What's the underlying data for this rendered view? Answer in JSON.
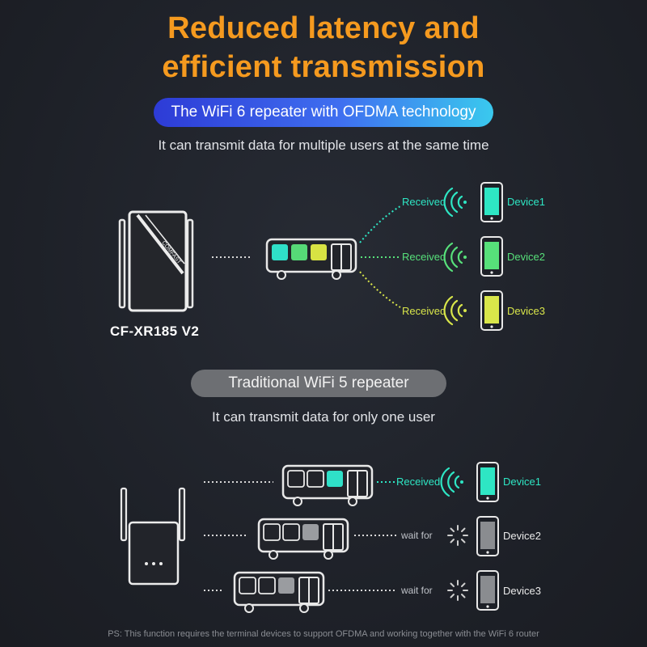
{
  "heading": {
    "line1": "Reduced latency and",
    "line2": "efficient transmission"
  },
  "wifi6": {
    "pill": "The WiFi 6 repeater with OFDMA technology",
    "description": "It can transmit data for multiple users at the same time",
    "model": "CF-XR185 V2",
    "brand": "COMFAST",
    "rows": [
      {
        "status": "Received",
        "device": "Device1",
        "color": "#2ee6c4"
      },
      {
        "status": "Received",
        "device": "Device2",
        "color": "#57e07a"
      },
      {
        "status": "Received",
        "device": "Device3",
        "color": "#d9e64a"
      }
    ]
  },
  "wifi5": {
    "pill": "Traditional WiFi 5 repeater",
    "description": "It can transmit data for only one user",
    "rows": [
      {
        "status": "Received",
        "device": "Device1",
        "color": "#2ee6c4"
      },
      {
        "status": "wait for",
        "device": "Device2",
        "color": "#8a8c90"
      },
      {
        "status": "wait for",
        "device": "Device3",
        "color": "#8a8c90"
      }
    ]
  },
  "footnote": "PS: This function requires the terminal devices to support OFDMA and working together with the WiFi 6 router"
}
